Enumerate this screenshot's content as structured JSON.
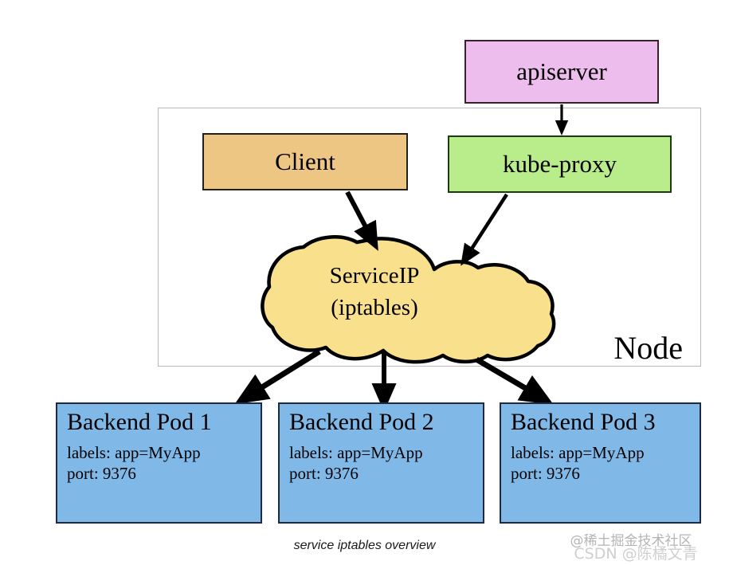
{
  "diagram": {
    "caption": "service iptables overview",
    "node_container": {
      "label": "Node"
    },
    "boxes": {
      "apiserver": {
        "label": "apiserver",
        "color": "#edbdee"
      },
      "client": {
        "label": "Client",
        "color": "#edc683"
      },
      "kube_proxy": {
        "label": "kube-proxy",
        "color": "#b9ed8c"
      }
    },
    "cloud": {
      "line1": "ServiceIP",
      "line2": "(iptables)",
      "color": "#f8e08c"
    },
    "pods": [
      {
        "title": "Backend Pod 1",
        "labels": "labels: app=MyApp",
        "port": "port: 9376",
        "color": "#80b8e8"
      },
      {
        "title": "Backend Pod 2",
        "labels": "labels: app=MyApp",
        "port": "port: 9376",
        "color": "#80b8e8"
      },
      {
        "title": "Backend Pod 3",
        "labels": "labels: app=MyApp",
        "port": "port: 9376",
        "color": "#80b8e8"
      }
    ],
    "arrows": [
      {
        "from": "apiserver",
        "to": "kube-proxy"
      },
      {
        "from": "client",
        "to": "cloud"
      },
      {
        "from": "kube-proxy",
        "to": "cloud"
      },
      {
        "from": "cloud",
        "to": "backend-pod-1"
      },
      {
        "from": "cloud",
        "to": "backend-pod-2"
      },
      {
        "from": "cloud",
        "to": "backend-pod-3"
      }
    ]
  },
  "watermarks": {
    "top": "@稀土掘金技术社区",
    "bottom": "CSDN @陈橘文青"
  }
}
